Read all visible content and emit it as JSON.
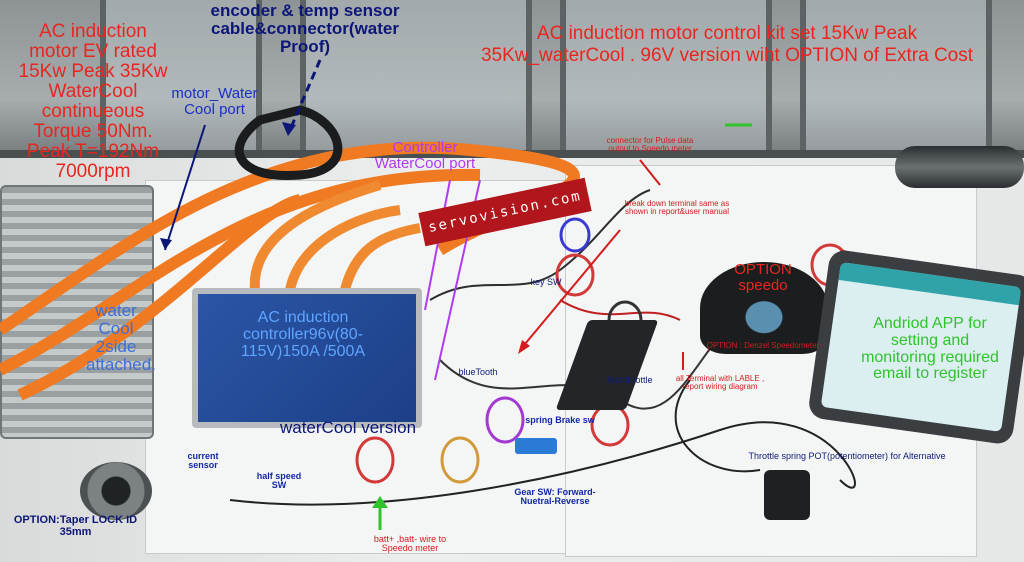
{
  "scene": {
    "brand_logo": "servovision.com"
  },
  "labels": {
    "motor_rating": "AC induction motor EV rated 15Kw Peak 35Kw WaterCool continueous Torque 50Nm. Peak T=192Nm 7000rpm",
    "encoder_cable": "encoder & temp sensor cable&connector(water Proof)",
    "kit_title_line1": "AC induction motor control kit set 15Kw Peak",
    "kit_title_line2": "35Kw_waterCool . 96V version wiht OPTION  of Extra Cost",
    "motor_water_port": "motor_Water Cool port",
    "controller_water_port": "Controller WaterCool port",
    "connector_pulse": "connector for Pulse data output to Speedo meter",
    "breakdown_terminal": "break down terminal same as shown in report&user manual",
    "key_sw": "key SW",
    "option_speedo": "OPTION speedo",
    "android_app": "Andriod APP for setting  and monitoring required email to register",
    "water_cool_2side": "water Cool 2side attached.",
    "controller_rating": "AC induction controller96v(80-115V)150A /500A",
    "bluetooth": "blueTooth",
    "option_denzel": "OPTION : Denzel Speedometer",
    "foot_throttle": "foot throttle",
    "all_terminal": "all Terminal with LABLE , report wiring diagram",
    "watercool_version": "waterCool version",
    "spring_brake": "spring Brake sw",
    "throttle_pot": "Throttle spring POT(potentiometer) for Alternative",
    "current_sensor": "current sensor",
    "half_speed": "half speed SW",
    "gear_sw": "Gear SW: Forward-Nuetral-Reverse",
    "taper_lock": "OPTION:Taper LOCK ID 35mm",
    "batt_wire": "batt+ ,batt- wire to Speedo meter"
  },
  "colors": {
    "annotation_red": "#e8261f",
    "annotation_blue": "#1a2fc7",
    "annotation_purple": "#b03bf1",
    "annotation_green": "#2fc42b",
    "cable_orange": "#ef7a22",
    "controller_blue": "#1d3f87"
  }
}
